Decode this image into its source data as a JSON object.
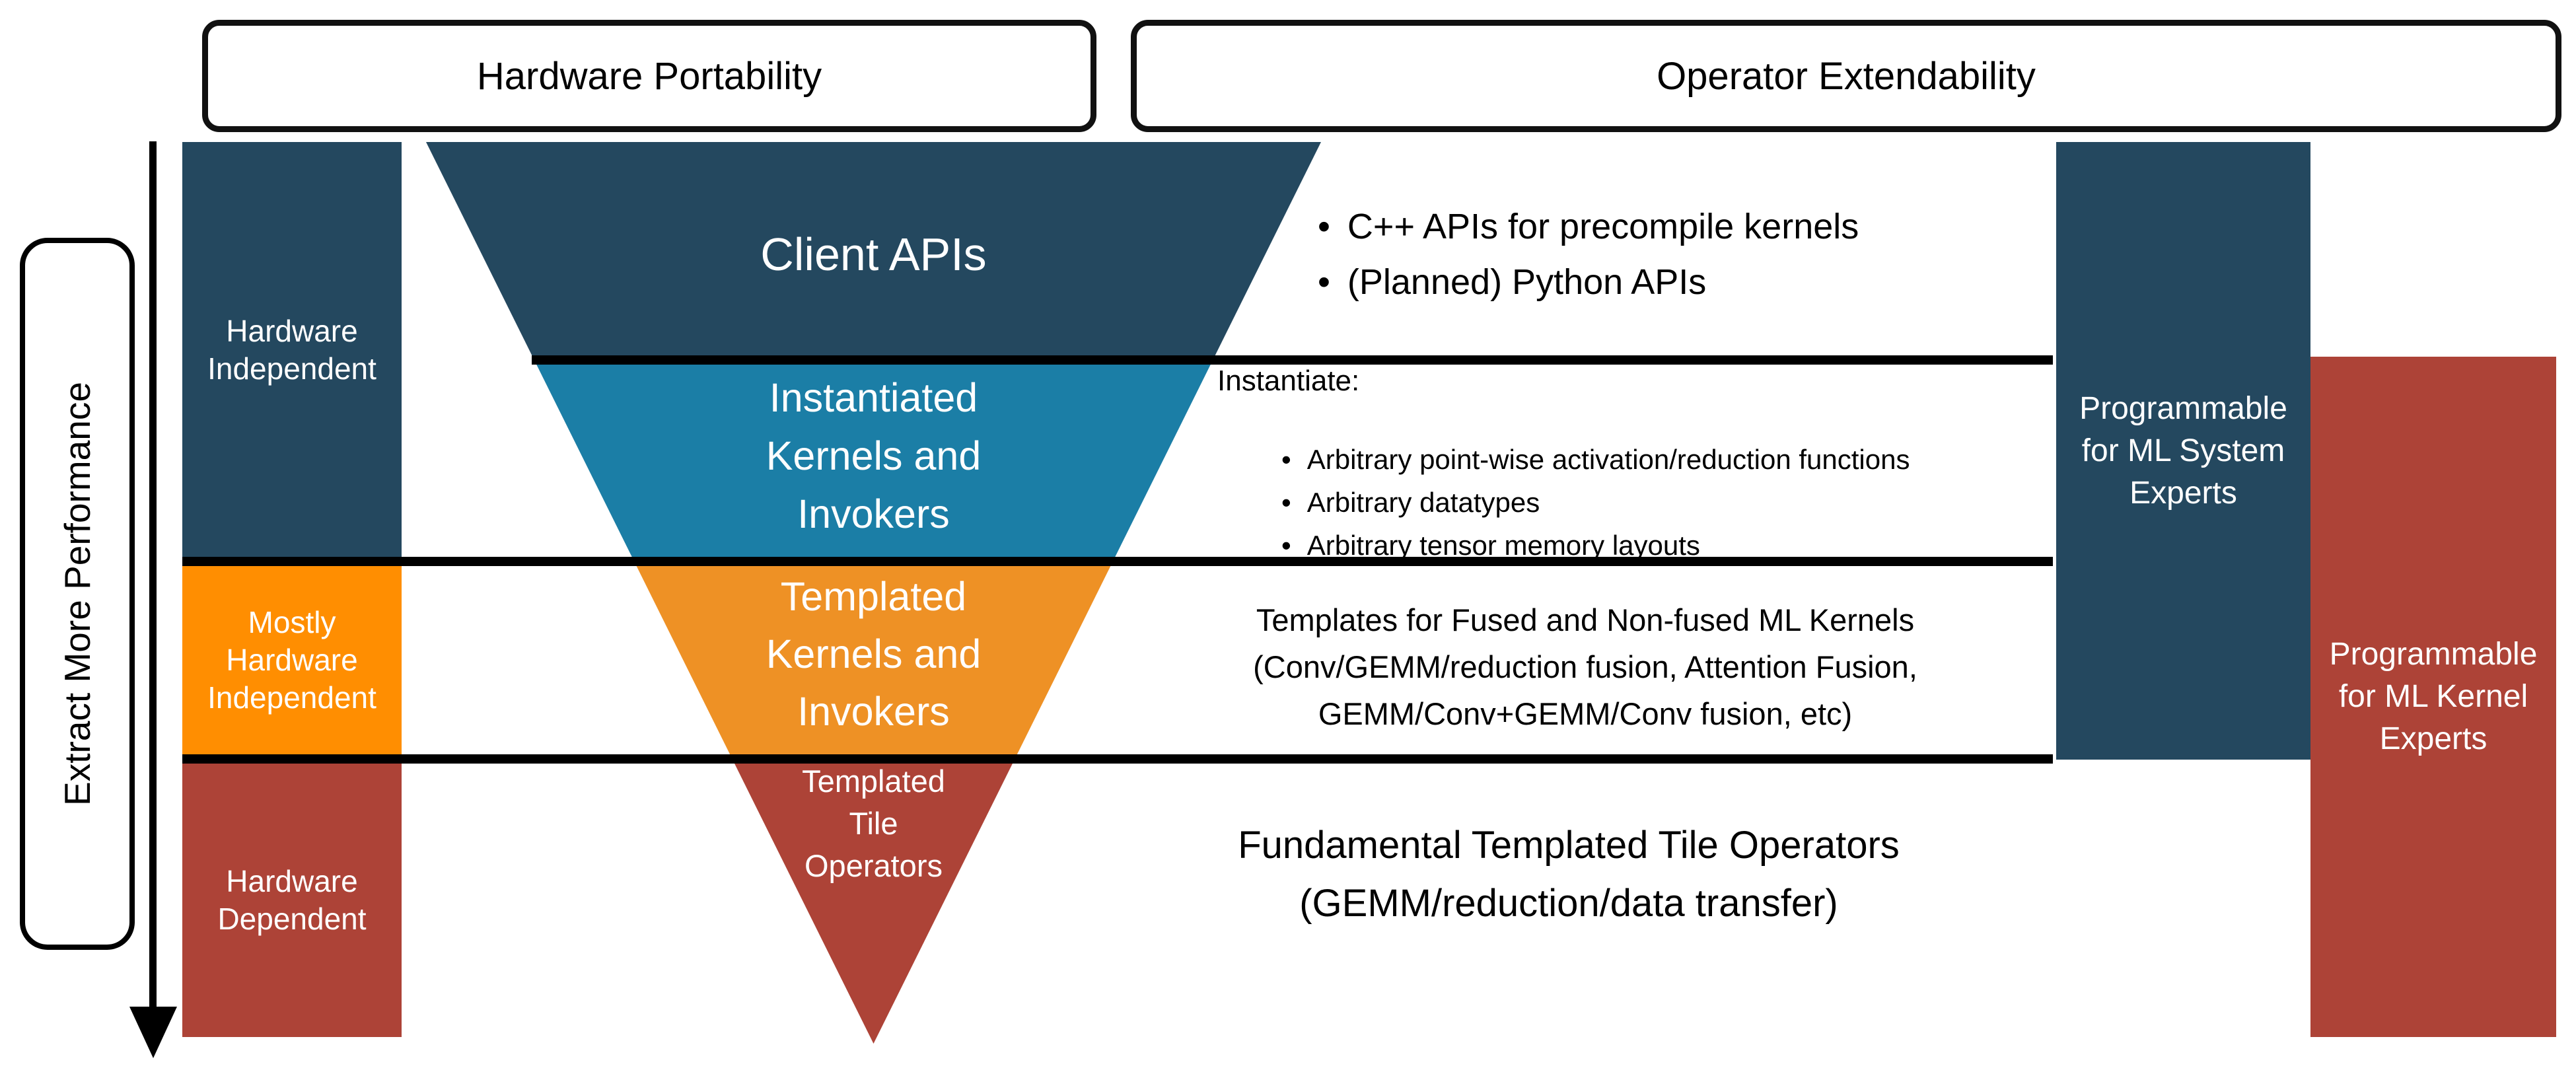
{
  "header": {
    "portability": "Hardware Portability",
    "extendability": "Operator Extendability"
  },
  "axis": {
    "label": "Extract More Performance"
  },
  "left_column": {
    "hardware_independent": "Hardware\nIndependent",
    "mostly_hardware_independent": "Mostly\nHardware\nIndependent",
    "hardware_dependent": "Hardware\nDependent"
  },
  "funnel": {
    "client_apis": "Client APIs",
    "instantiated": "Instantiated\nKernels and\nInvokers",
    "templated": "Templated\nKernels and\nInvokers",
    "tile_operators": "Templated\nTile\nOperators"
  },
  "annotations": {
    "client_bullets": [
      "C++ APIs for precompile kernels",
      "(Planned) Python APIs"
    ],
    "instantiate_title": "Instantiate:",
    "instantiate_bullets": [
      "Arbitrary point-wise activation/reduction functions",
      "Arbitrary datatypes",
      "Arbitrary tensor memory layouts"
    ],
    "templates": "Templates for Fused and Non-fused ML Kernels\n(Conv/GEMM/reduction fusion, Attention Fusion,\nGEMM/Conv+GEMM/Conv fusion, etc)",
    "fundamental": "Fundamental Templated Tile Operators\n(GEMM/reduction/data transfer)"
  },
  "right_column": {
    "ml_system": "Programmable\nfor ML System\nExperts",
    "ml_kernel": "Programmable\nfor ML Kernel\nExperts"
  },
  "colors": {
    "navy": "#24485f",
    "teal": "#1b7ea6",
    "funnel-orange": "#ee9125",
    "column-orange": "#ff8e01",
    "red": "#ad4337",
    "line": "#000000"
  }
}
